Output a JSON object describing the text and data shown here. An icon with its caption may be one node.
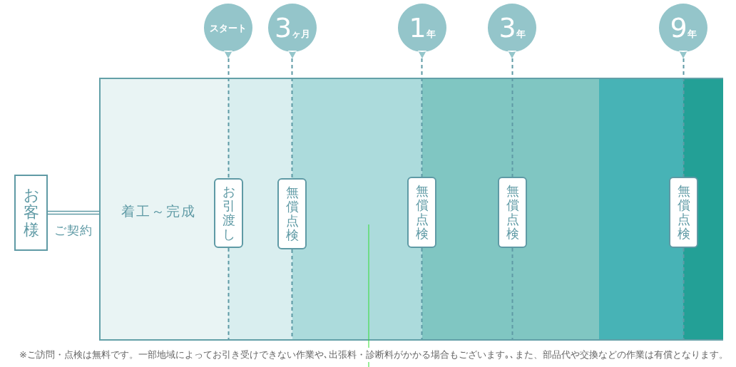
{
  "diagram": {
    "nodes": [
      {
        "text": [
          "スタート"
        ]
      },
      {
        "text": [
          "3ヶ月"
        ]
      },
      {
        "text": [
          "1年"
        ]
      },
      {
        "text": [
          "3年"
        ]
      },
      {
        "text": [
          "9年"
        ]
      },
      {
        "text": [
          "お客様"
        ]
      },
      {
        "text": [
          "着工～完成"
        ]
      },
      {
        "text": [
          "お引渡し"
        ],
        "in": 6
      },
      {
        "text": [
          "無償点検"
        ],
        "in": 6
      },
      {
        "text": [
          "無償点検"
        ],
        "in": 6
      },
      {
        "text": [
          "無償点検"
        ],
        "in": 6
      },
      {
        "text": [
          "無償点検"
        ],
        "in": 6
      }
    ],
    "edges": [
      {
        "from": 5,
        "to": 6,
        "arrow": "none",
        "label": "ご契約"
      },
      {
        "from": 0,
        "to": 7,
        "arrow": "none",
        "style": "dashed"
      },
      {
        "from": 1,
        "to": 8,
        "arrow": "none",
        "style": "dashed"
      },
      {
        "from": 2,
        "to": 9,
        "arrow": "none",
        "style": "dashed"
      },
      {
        "from": 3,
        "to": 10,
        "arrow": "none",
        "style": "dashed"
      },
      {
        "from": 4,
        "to": 11,
        "arrow": "none",
        "style": "dashed"
      }
    ],
    "labels": [
      "※ご訪問・点検は無料です。一部地域によってお引き受けできない作業や､出張料・診断料がかかる場合もございます｡､また、部品代や交換などの作業は有償となります。"
    ]
  }
}
